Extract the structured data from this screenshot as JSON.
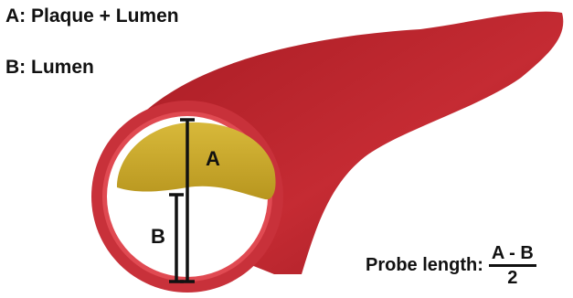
{
  "legend": {
    "a": "A: Plaque + Lumen",
    "b": "B: Lumen"
  },
  "markers": {
    "a": "A",
    "b": "B"
  },
  "formula": {
    "label": "Probe length:",
    "numerator": "A - B",
    "denominator": "2"
  },
  "colors": {
    "vessel": "#b5222a",
    "vessel_ring": "#c8313a",
    "vessel_ring_inner": "#e04a52",
    "plaque": "#c9a82a",
    "lumen": "#ffffff",
    "text": "#111111"
  }
}
